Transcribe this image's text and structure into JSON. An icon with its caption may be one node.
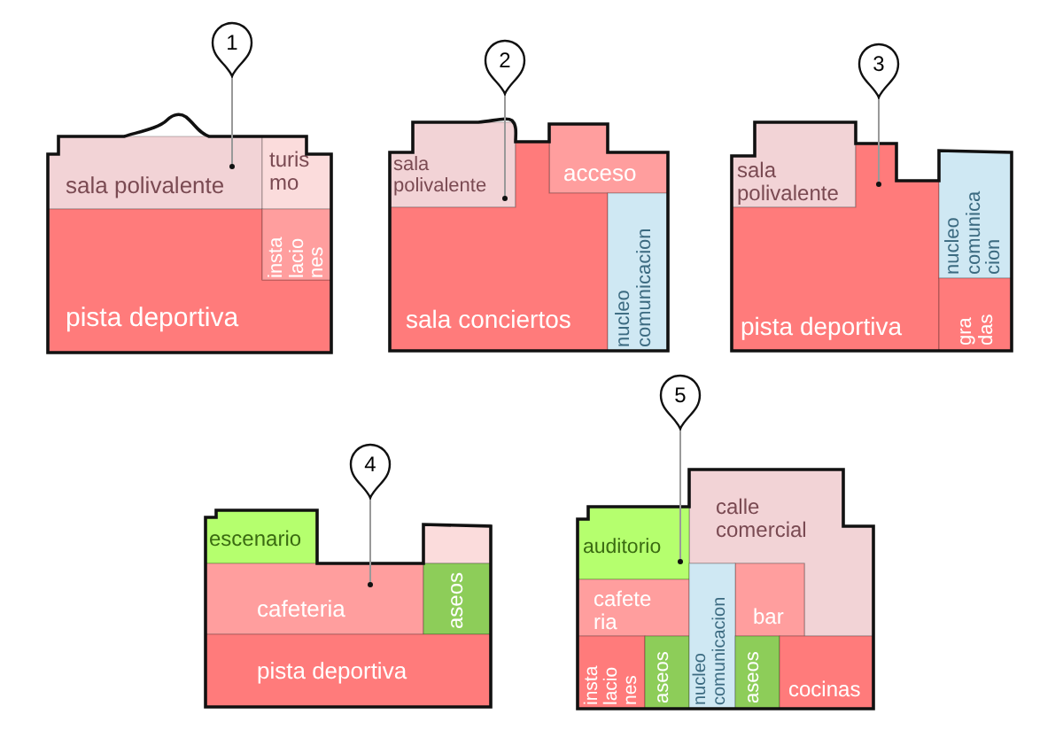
{
  "diagram": {
    "nodes": [
      {
        "text": [
          "1"
        ]
      },
      {
        "text": [
          "sala polivalente"
        ]
      },
      {
        "text": [
          "turis mo"
        ]
      },
      {
        "text": [
          "pista deportiva"
        ]
      },
      {
        "text": [
          "insta lacio nes"
        ]
      },
      {
        "text": [
          "2"
        ]
      },
      {
        "text": [
          "sala polivalente"
        ]
      },
      {
        "text": [
          "acceso"
        ]
      },
      {
        "text": [
          "sala conciertos"
        ]
      },
      {
        "text": [
          "nucleo comunicacion"
        ]
      },
      {
        "text": [
          "3"
        ]
      },
      {
        "text": [
          "sala polivalente"
        ]
      },
      {
        "text": [
          "pista deportiva"
        ]
      },
      {
        "text": [
          "nucleo comunica cion"
        ]
      },
      {
        "text": [
          "gra das"
        ]
      },
      {
        "text": [
          "4"
        ]
      },
      {
        "text": [
          "escenario"
        ]
      },
      {
        "text": [],
        "shape": "box"
      },
      {
        "text": [
          "cafeteria"
        ]
      },
      {
        "text": [
          "aseos"
        ]
      },
      {
        "text": [
          "pista deportiva"
        ]
      },
      {
        "text": [
          "5"
        ]
      },
      {
        "text": [
          "calle comercial"
        ]
      },
      {
        "text": [
          "auditorio"
        ]
      },
      {
        "text": [
          "cafete ria"
        ]
      },
      {
        "text": [
          "bar"
        ]
      },
      {
        "text": [
          "insta lacio nes"
        ]
      },
      {
        "text": [
          "aseos"
        ]
      },
      {
        "text": [
          "nucleo comunicacion"
        ]
      },
      {
        "text": [
          "aseos"
        ]
      },
      {
        "text": [
          "cocinas"
        ]
      }
    ],
    "edges": [
      {
        "from": 0,
        "to": 1,
        "arrow": "other"
      },
      {
        "from": 5,
        "to": 6,
        "arrow": "other"
      },
      {
        "from": 10,
        "to": 12,
        "arrow": "other"
      },
      {
        "from": 15,
        "to": 18,
        "arrow": "other"
      },
      {
        "from": 21,
        "to": 23,
        "arrow": "other"
      }
    ]
  }
}
